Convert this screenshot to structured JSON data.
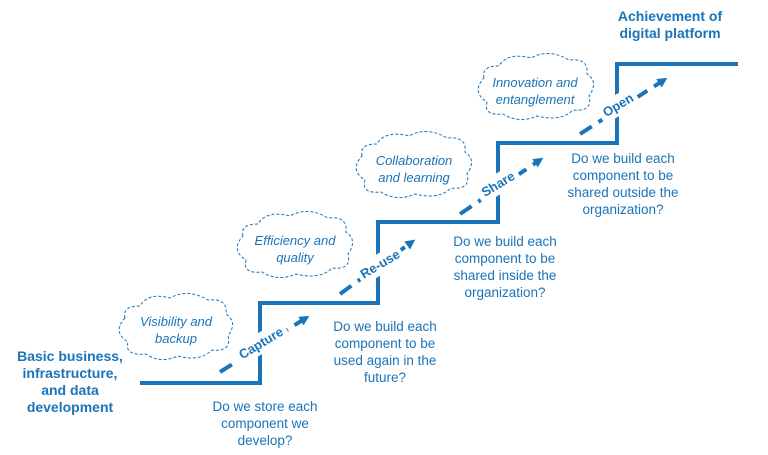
{
  "start_label": "Basic business,\ninfrastructure,\nand data\ndevelopment",
  "goal_label": "Achievement of\ndigital platform",
  "steps": [
    {
      "label": "Capture",
      "cloud": "Visibility and\nbackup",
      "question": "Do we store each\ncomponent we\ndevelop?"
    },
    {
      "label": "Re-use",
      "cloud": "Efficiency and\nquality",
      "question": "Do we build each\ncomponent to be\nused again in the\nfuture?"
    },
    {
      "label": "Share",
      "cloud": "Collaboration\nand learning",
      "question": "Do we build each\ncomponent to be\nshared inside the\norganization?"
    },
    {
      "label": "Open",
      "cloud": "Innovation and\nentanglement",
      "question": "Do we build each\ncomponent to be\nshared outside the\norganization?"
    }
  ],
  "colors": {
    "accent": "#1a74b9"
  }
}
